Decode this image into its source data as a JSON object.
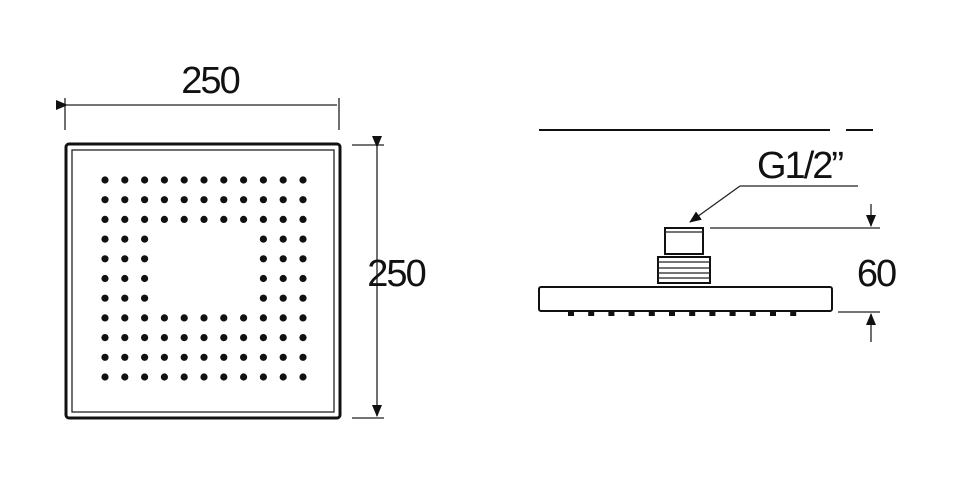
{
  "dimensions": {
    "front_width": "250",
    "front_height": "250",
    "thread": "G1/2”",
    "side_height": "60"
  },
  "colors": {
    "line": "#111111",
    "background": "#ffffff"
  },
  "nozzle_grid": {
    "rows": 11,
    "cols": 11,
    "missing": [
      [
        3,
        3
      ],
      [
        3,
        4
      ],
      [
        3,
        5
      ],
      [
        3,
        6
      ],
      [
        3,
        7
      ],
      [
        4,
        3
      ],
      [
        4,
        7
      ],
      [
        5,
        3
      ],
      [
        5,
        7
      ],
      [
        6,
        3
      ],
      [
        6,
        4
      ],
      [
        6,
        5
      ],
      [
        6,
        6
      ],
      [
        6,
        7
      ],
      [
        4,
        4
      ],
      [
        4,
        5
      ],
      [
        4,
        6
      ],
      [
        5,
        4
      ],
      [
        5,
        5
      ],
      [
        5,
        6
      ]
    ]
  }
}
